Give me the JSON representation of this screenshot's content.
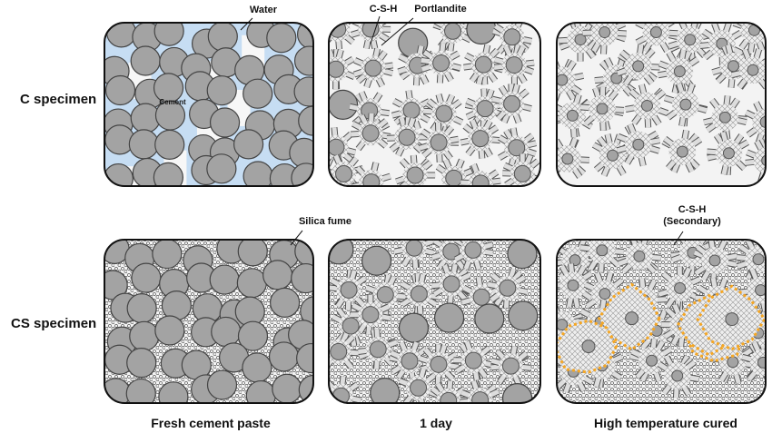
{
  "rows": [
    {
      "label": "C specimen"
    },
    {
      "label": "CS specimen"
    }
  ],
  "columns": [
    {
      "label": "Fresh cement paste"
    },
    {
      "label": "1 day"
    },
    {
      "label": "High temperature cured"
    }
  ],
  "annotations": {
    "water": "Water",
    "cement": "Cement",
    "csh": "C-S-H",
    "portlandite": "Portlandite",
    "silica_fume": "Silica fume",
    "csh_secondary_1": "C-S-H",
    "csh_secondary_2": "(Secondary)"
  },
  "colors": {
    "cement": "#a3a3a3",
    "water": "#c6ddf3",
    "hydrate": "#dcdcdc",
    "secondary_csh": "#f5a623",
    "silica_fume": "#6f86a8"
  }
}
